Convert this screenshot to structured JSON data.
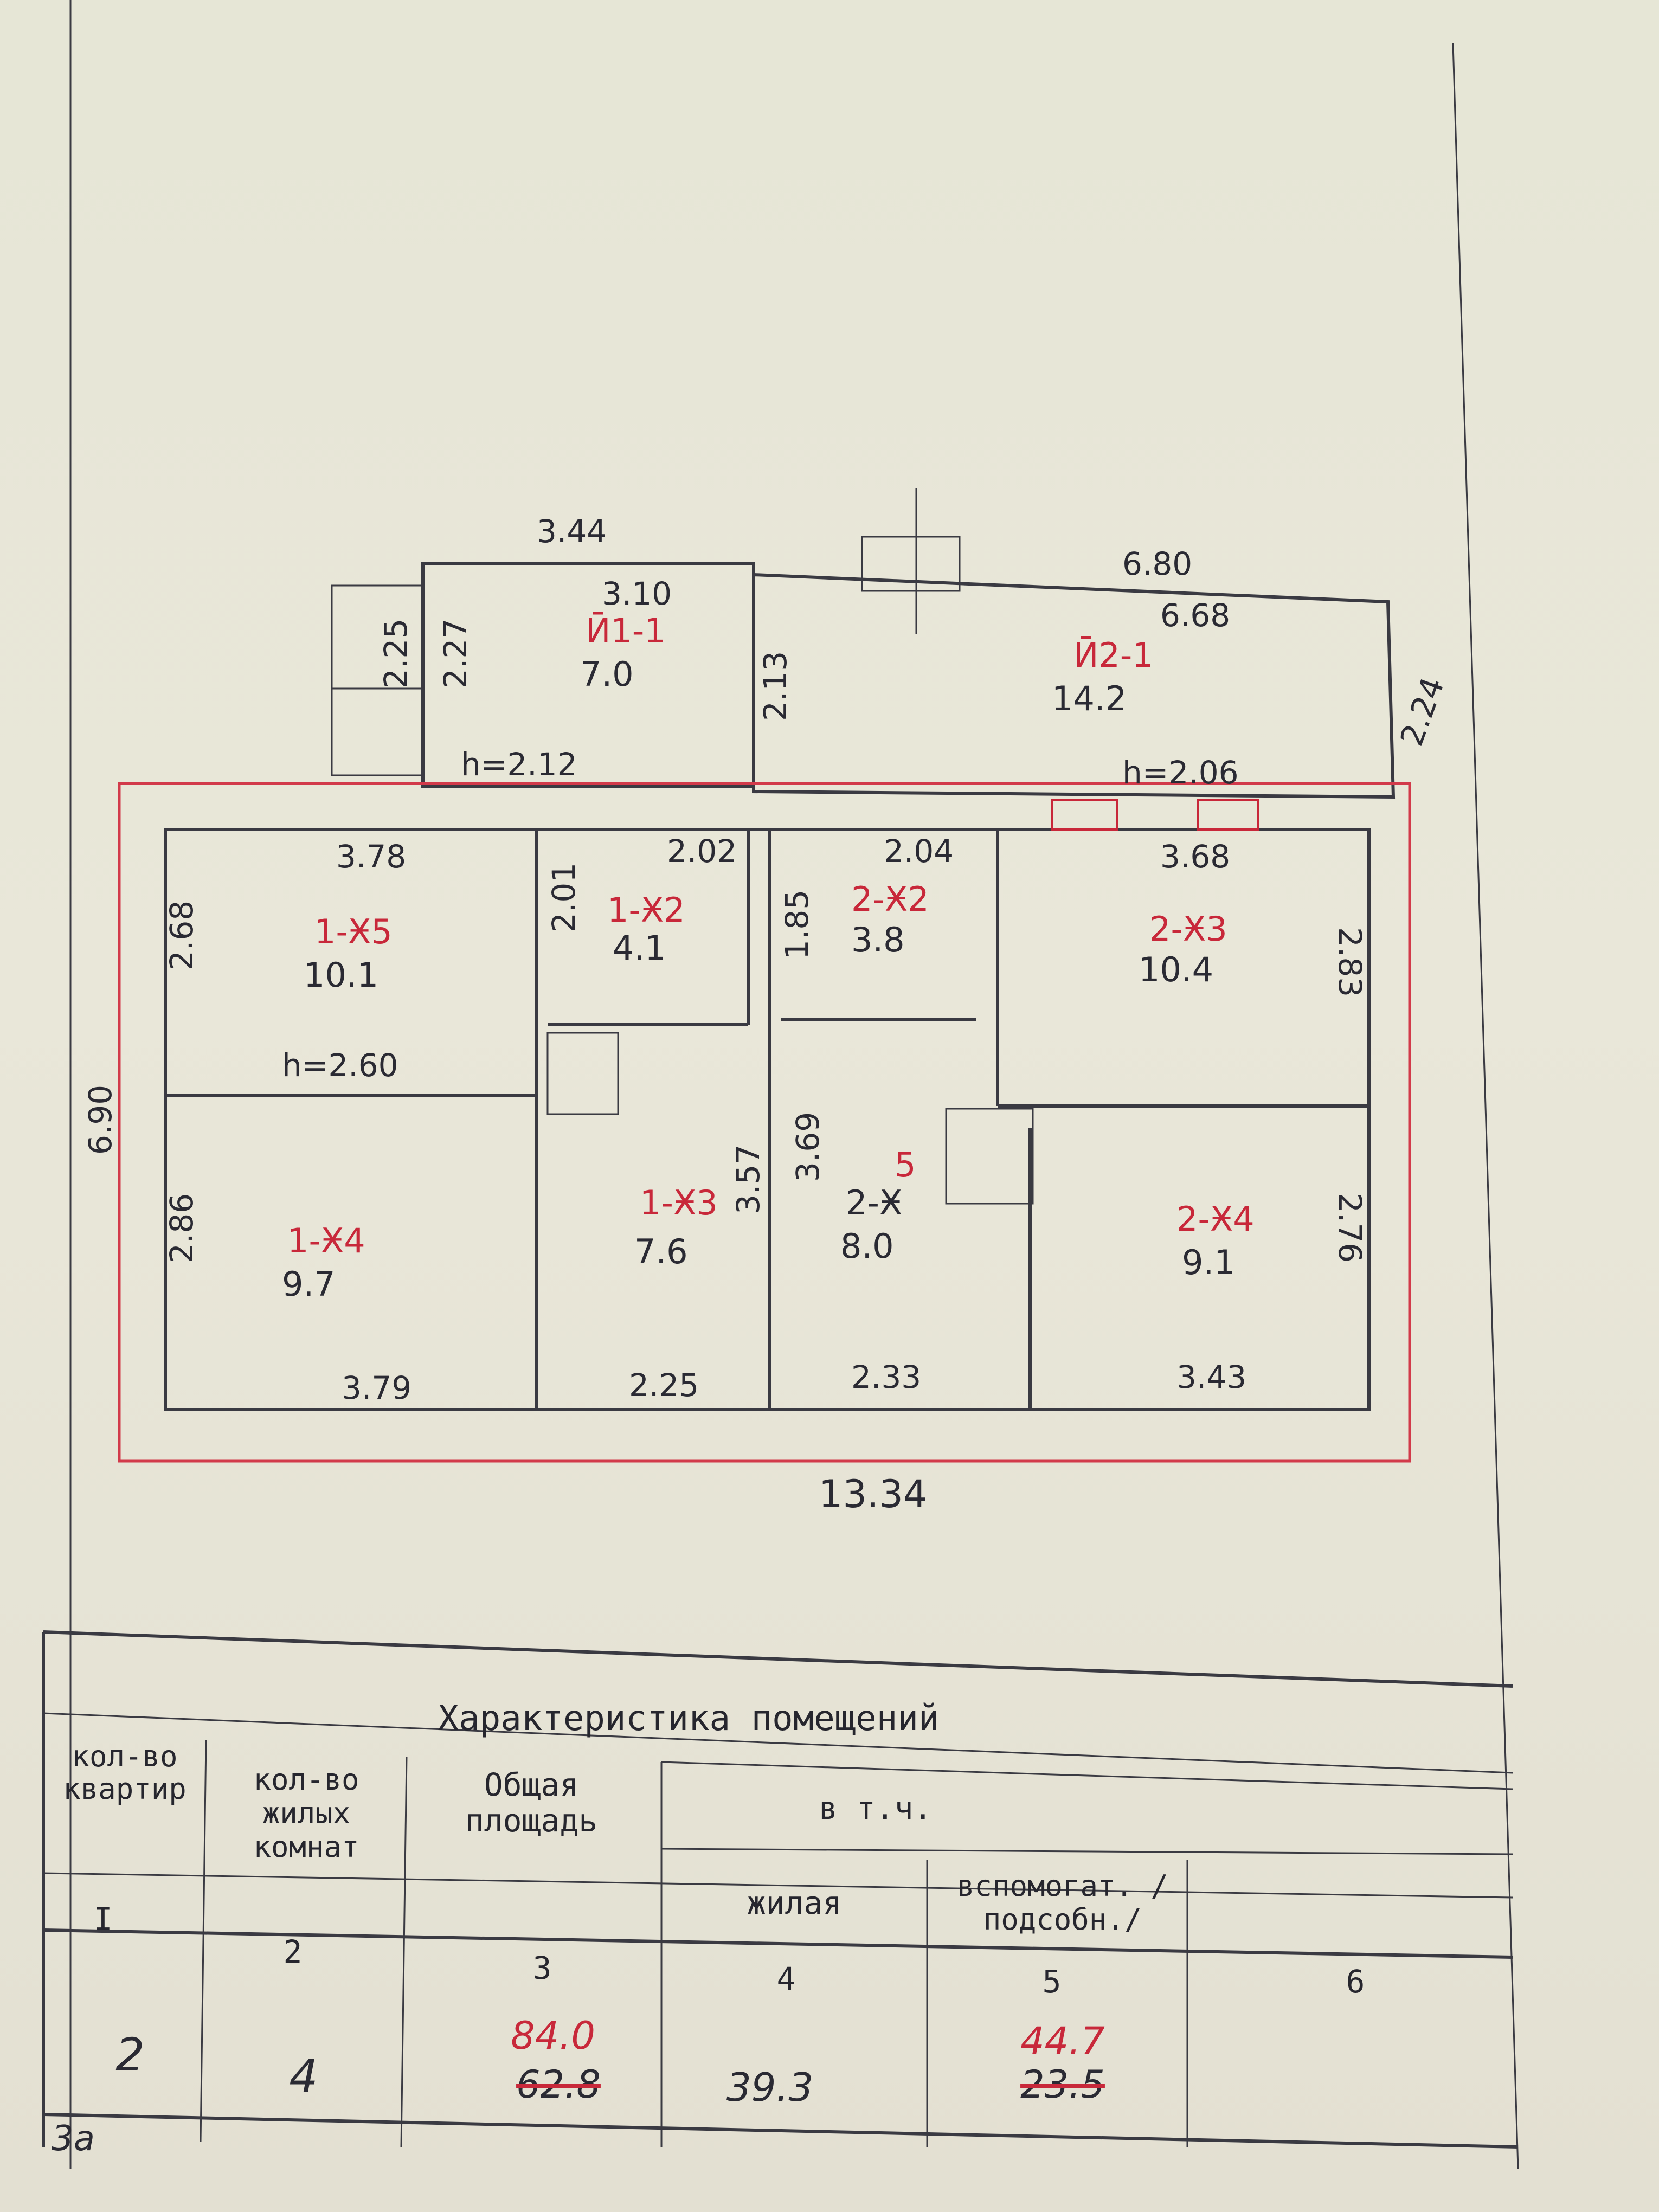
{
  "plan": {
    "dims": {
      "top_width_annex": "3.44",
      "top_width_main": "6.80",
      "annex1_inner_w": "3.10",
      "annex1_h1": "2.25",
      "annex1_h2": "2.27",
      "annex1_h3": "2.13",
      "annex1_height": "h=2.12",
      "annex2_inner_w": "6.68",
      "annex2_side": "2.24",
      "annex2_height": "h=2.06",
      "room15_w": "3.78",
      "room15_h": "2.68",
      "room12_h": "2.01",
      "room12_w": "2.02",
      "corridor_h": "1.85",
      "room22_w": "2.04",
      "room23_w": "3.68",
      "room23_h": "2.83",
      "left_total": "6.90",
      "left_height": "h=2.60",
      "room14_h": "2.86",
      "room13_h": "3.57",
      "room24_h": "3.69",
      "room34_h": "2.76",
      "bottom_w1": "3.79",
      "bottom_w2": "2.25",
      "bottom_w3": "2.33",
      "bottom_w4": "3.43",
      "total_width": "13.34"
    },
    "rooms": [
      {
        "id": "a1",
        "label": "Ӣ1-1",
        "area": "7.0"
      },
      {
        "id": "a2",
        "label": "Ӣ2-1",
        "area": "14.2"
      },
      {
        "id": "r15",
        "label": "1-Ӿ5",
        "area": "10.1"
      },
      {
        "id": "r12",
        "label": "1-Ӿ2",
        "area": "4.1"
      },
      {
        "id": "r22",
        "label": "2-Ӿ2",
        "area": "3.8"
      },
      {
        "id": "r23",
        "label": "2-Ӿ3",
        "area": "10.4"
      },
      {
        "id": "r14",
        "label": "1-Ӿ4",
        "area": "9.7"
      },
      {
        "id": "r13",
        "label": "1-Ӿ3",
        "area": "7.6"
      },
      {
        "id": "r24",
        "label": "2-Ӿ",
        "area": "8.0",
        "red_mark": "5"
      },
      {
        "id": "r34",
        "label": "2-Ӿ4",
        "area": "9.1"
      }
    ]
  },
  "table": {
    "title": "Характеристика помещений",
    "headers": {
      "c1": "кол-во квартир",
      "c2": "кол-во жилых комнат",
      "c3": "Общая площадь",
      "group": "в т.ч.",
      "c4": "жилая",
      "c5": "вспомогат. /подсобн./",
      "c6": ""
    },
    "col_numbers": [
      "I",
      "2",
      "3",
      "4",
      "5",
      "6"
    ],
    "row": {
      "c1": "2",
      "c2": "4",
      "c3_new": "84.0",
      "c3_old": "62.8",
      "c4": "39.3",
      "c5_new": "44.7",
      "c5_old": "23.5",
      "c6": ""
    },
    "corner_note": "3а"
  }
}
